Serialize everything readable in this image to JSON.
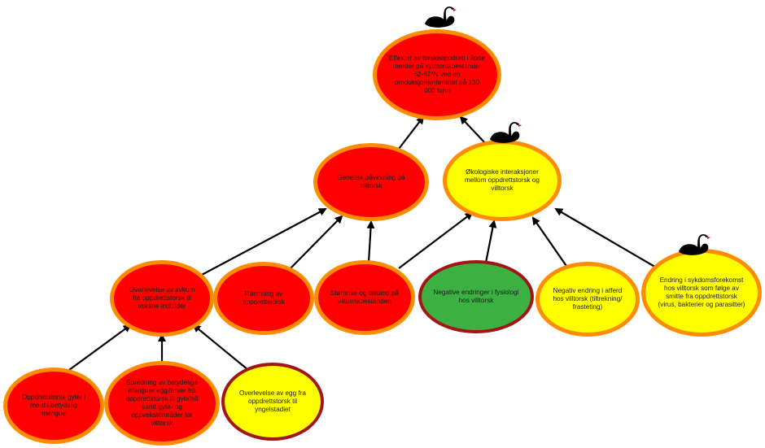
{
  "colors": {
    "red_fill": "#ff0000",
    "yellow_fill": "#ffff00",
    "green_fill": "#3cb043",
    "orange_border": "#ff8c00",
    "darkred_border": "#a31515",
    "arrow": "#000000"
  },
  "icon": "black-swan-icon",
  "nodes": {
    "top": "Effekter av torskeoppdrett i åpne merder på kysttorskbestander 62-67°N ved en produksjonsintensitet på 130 000 tonn",
    "genetic": "Genetisk påvirkning på villtorsk",
    "ecological": "Økologiske interaksjoner mellom oppdrettstorsk og villtorsk",
    "survival_offspring": "Overlevelse av avkom fra oppdrettstorsk til voksne individer",
    "escape": "Rømming av oppdrettstorsk",
    "size_condition": "Størrelse og tilstand på villtorskbestanden",
    "physiology": "Negative endringer i fysiologi hos villtorsk",
    "behavior": "Negativ endring i atferd hos villtorsk (tiltrekning/ frasteting)",
    "disease": "Endring i sykdomsforekomst hos villtorsk som følge av smitte fra oppdrettstorsk (virus, bakterier og parasitter)",
    "spawn_pen": "Oppdrettstorsk gyter i merd i betydelig mengde",
    "spread_eggs": "Spredning av betydelige mengder egg/larver fra oppdrettstorsk til gytefelt samt gyte- og oppvekstområder for villtorsk",
    "survival_eggs": "Overlevelse av egg fra oppdrettstorsk til yngelstadiet"
  }
}
